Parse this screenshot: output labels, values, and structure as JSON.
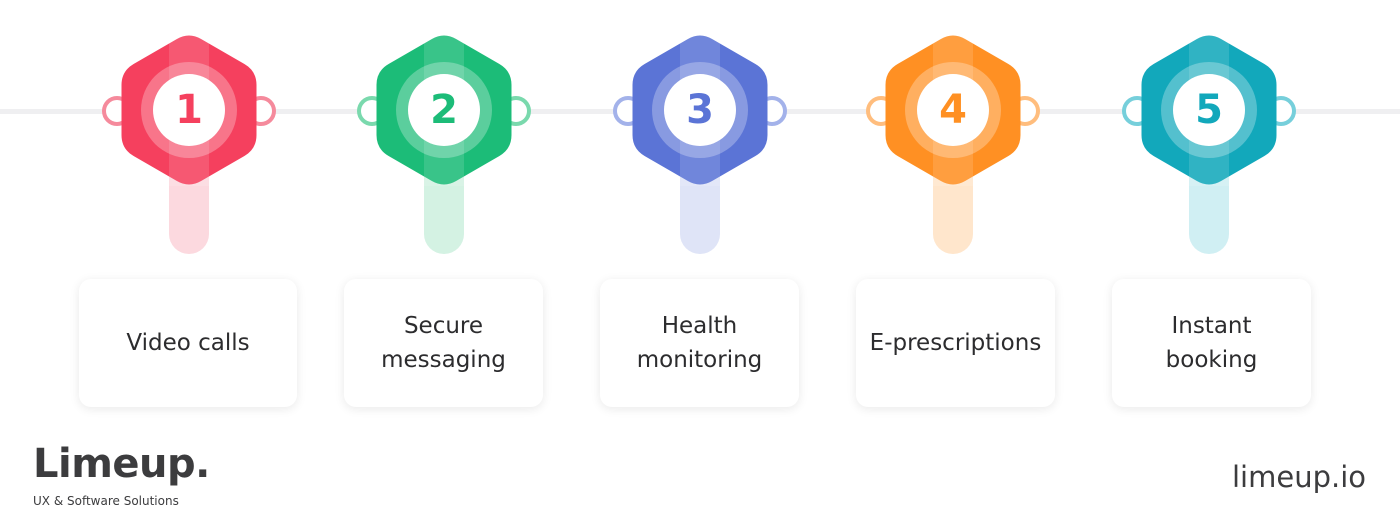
{
  "steps": [
    {
      "number": "1",
      "label": "Video calls",
      "color": "#f5405e",
      "light": "#fcd9df",
      "ring": "#f58a9c"
    },
    {
      "number": "2",
      "label": "Secure\nmessaging",
      "color": "#1cbc78",
      "light": "#d4f2e3",
      "ring": "#7ad9ad"
    },
    {
      "number": "3",
      "label": "Health\nmonitoring",
      "color": "#5b74d6",
      "light": "#dfe4f7",
      "ring": "#a3b2ea"
    },
    {
      "number": "4",
      "label": "E-prescriptions",
      "color": "#ff9023",
      "light": "#ffe6cc",
      "ring": "#ffbd7d"
    },
    {
      "number": "5",
      "label": "Instant\nbooking",
      "color": "#12a8bb",
      "light": "#d0eff3",
      "ring": "#76cfdb"
    }
  ],
  "footer": {
    "brand": "Limeup.",
    "tagline": "UX & Software Solutions",
    "website": "limeup.io"
  }
}
